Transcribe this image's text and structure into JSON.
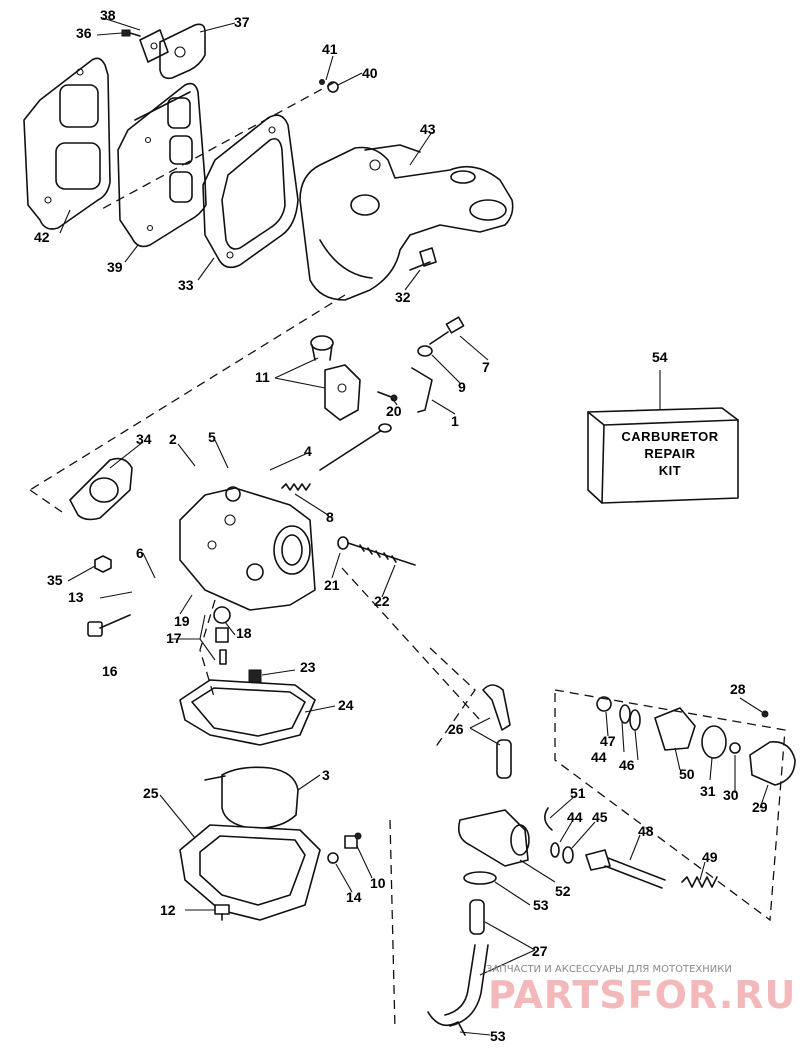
{
  "callouts": [
    "1",
    "2",
    "3",
    "4",
    "5",
    "6",
    "7",
    "8",
    "9",
    "10",
    "11",
    "12",
    "13",
    "14",
    "16",
    "17",
    "18",
    "19",
    "20",
    "21",
    "22",
    "23",
    "24",
    "25",
    "26",
    "27",
    "28",
    "29",
    "30",
    "31",
    "32",
    "33",
    "34",
    "35",
    "36",
    "37",
    "38",
    "39",
    "40",
    "41",
    "42",
    "43",
    "44",
    "45",
    "46",
    "47",
    "48",
    "49",
    "50",
    "51",
    "52",
    "53",
    "54"
  ],
  "kit_box": {
    "line1": "CARBURETOR",
    "line2": "REPAIR",
    "line3": "KIT"
  },
  "watermark": {
    "caption": "ЗАПЧАСТИ И АКСЕССУАРЫ ДЛЯ МОТОТЕХНИКИ",
    "logo_text": "PARTSFOR.RU"
  },
  "icons": [
    "gasket-plate-icon",
    "carburetor-body-icon",
    "float-bowl-icon",
    "hose-icon",
    "choke-valve-icon"
  ],
  "colors": {
    "line": "#111111",
    "watermark_caption": "#8a8a8a",
    "watermark_logo": "#f3b9ba"
  }
}
